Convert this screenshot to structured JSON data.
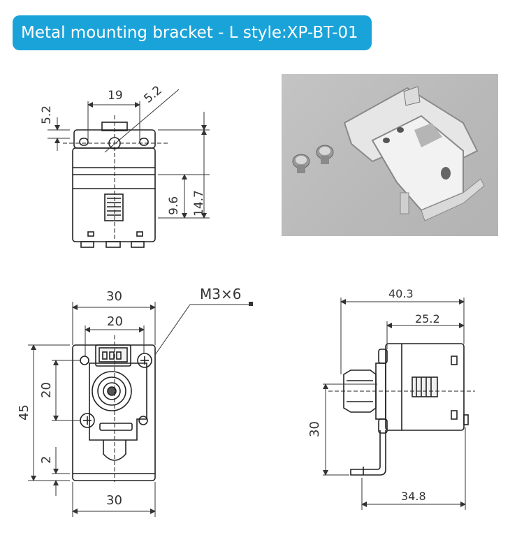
{
  "title": "Metal mounting bracket - L style:XP-BT-01",
  "top_view": {
    "dim_width": "19",
    "dim_hole": "5.2",
    "dim_height": "5.2",
    "dim_a": "9.6",
    "dim_b": "14.7"
  },
  "front_view": {
    "dim_outer_width": "30",
    "dim_inner_width": "20",
    "dim_bottom_width": "30",
    "dim_height": "45",
    "dim_mid": "20",
    "dim_small": "2",
    "screw_callout": "M3×6"
  },
  "side_view": {
    "dim_total": "40.3",
    "dim_body": "25.2",
    "dim_height": "30",
    "dim_bottom": "34.8"
  },
  "photo": {
    "subject": "bracket-and-screws-photo"
  }
}
